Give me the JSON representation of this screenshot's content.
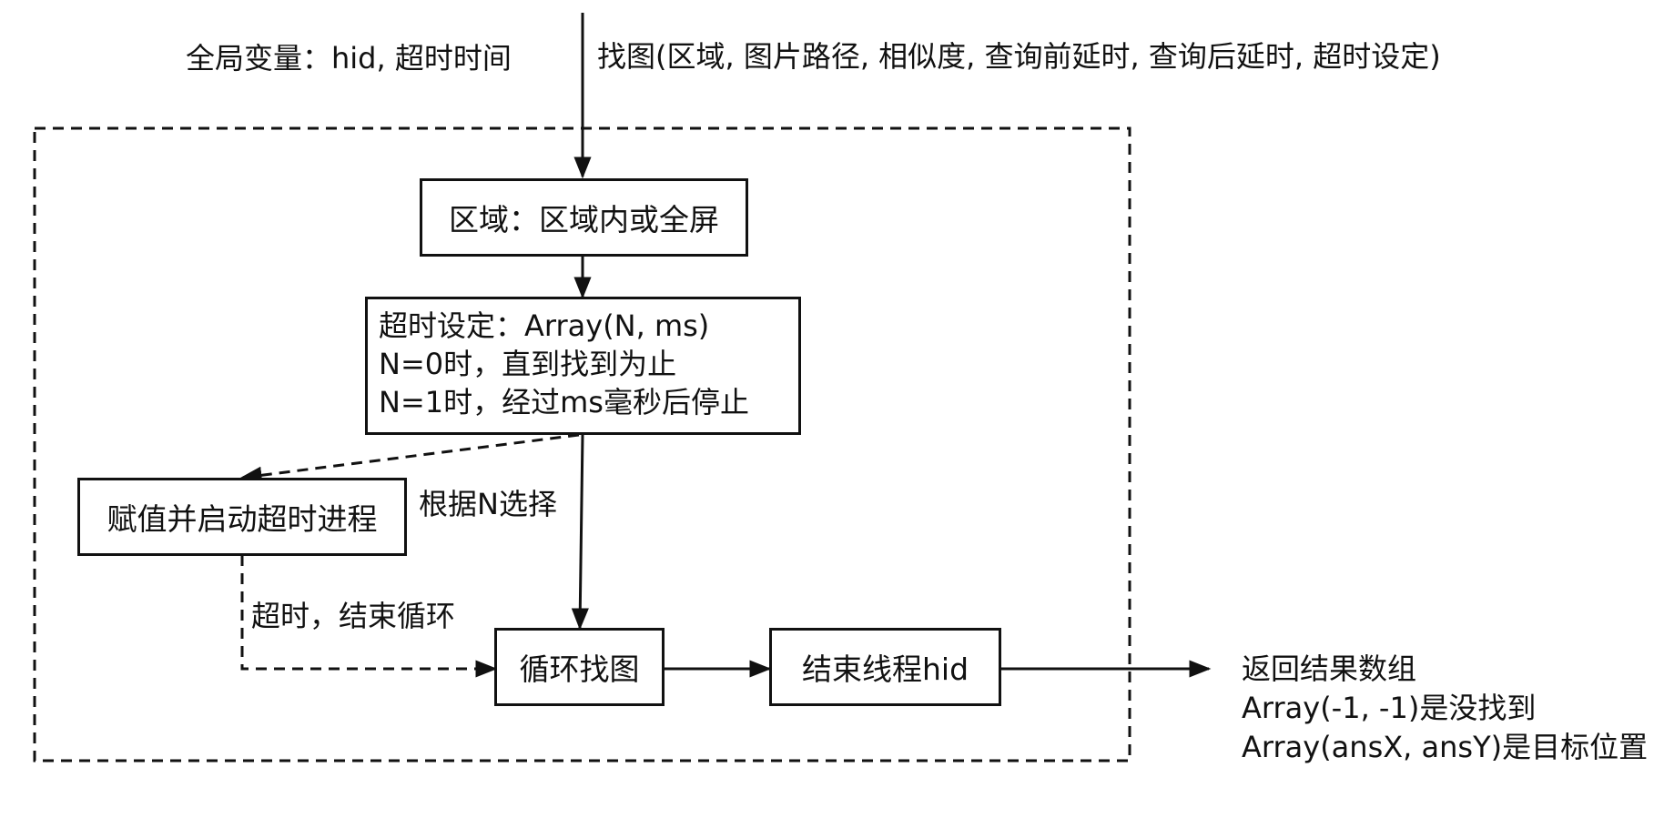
{
  "global_vars": "全局变量：hid, 超时时间",
  "function_signature": "找图(区域, 图片路径, 相似度, 查询前延时, 查询后延时, 超时设定)",
  "boxes": {
    "region": "区域：区域内或全屏",
    "timeout_setting": {
      "line1": "超时设定：Array(N, ms)",
      "line2": "N=0时，直到找到为止",
      "line3": "N=1时，经过ms毫秒后停止"
    },
    "assign_start": "赋值并启动超时进程",
    "loop_find": "循环找图",
    "end_thread": "结束线程hid"
  },
  "edge_labels": {
    "choose_by_n": "根据N选择",
    "timeout_end_loop": "超时，结束循环"
  },
  "result": {
    "line1": "返回结果数组",
    "line2": "Array(-1, -1)是没找到",
    "line3": "Array(ansX, ansY)是目标位置"
  }
}
